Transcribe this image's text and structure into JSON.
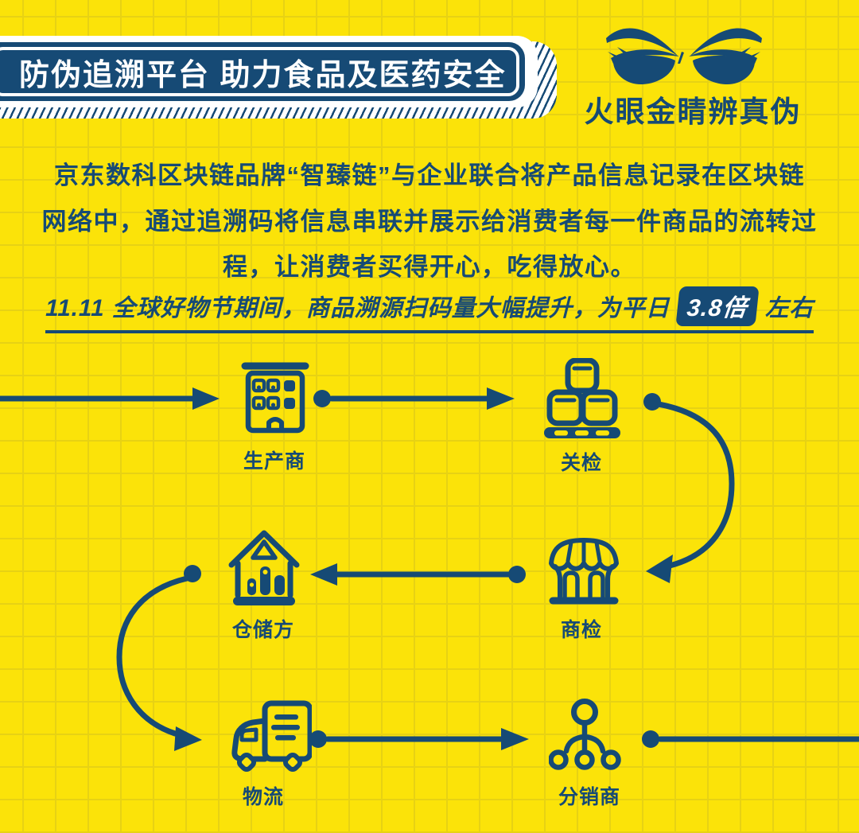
{
  "header": {
    "title": "防伪追溯平台 助力食品及医药安全",
    "slogan": "火眼金睛辨真伪"
  },
  "intro": {
    "lines": [
      "京东数科区块链品牌“智臻链”与企业联合将产品信息记录在区块链",
      "网络中，通过追溯码将信息串联并展示给消费者每一件商品的流转过",
      "程，让消费者买得开心，吃得放心。"
    ]
  },
  "highlight": {
    "prefix": "11.11 全球好物节期间，商品溯源扫码量大幅提升，为平日",
    "badge": "3.8倍",
    "suffix": "左右"
  },
  "flow": {
    "nodes": [
      {
        "id": "producer",
        "label": "生产商"
      },
      {
        "id": "customs-inspection",
        "label": "关检"
      },
      {
        "id": "commodity-inspection",
        "label": "商检"
      },
      {
        "id": "warehouse",
        "label": "仓储方"
      },
      {
        "id": "logistics",
        "label": "物流"
      },
      {
        "id": "distributor",
        "label": "分销商"
      }
    ]
  },
  "colors": {
    "background": "#FBE309",
    "grid_line": "#E7D214",
    "primary": "#164A75",
    "text_on_primary": "#FFFFFF"
  }
}
